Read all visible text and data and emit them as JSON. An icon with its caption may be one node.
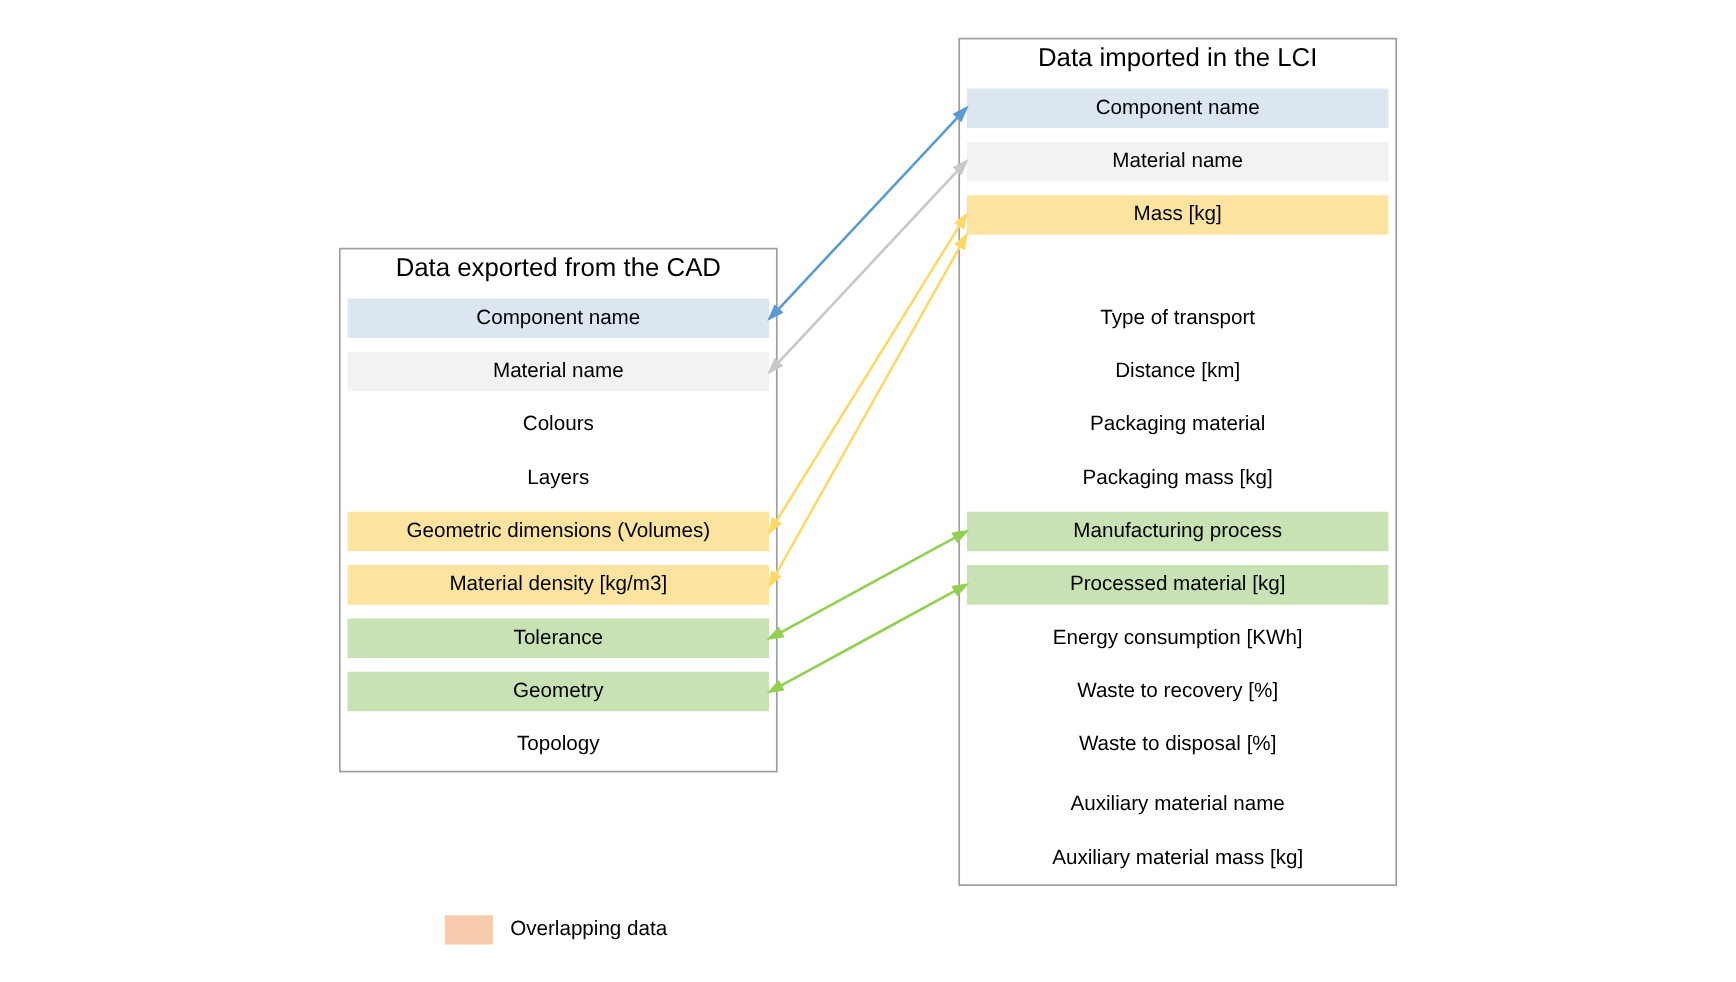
{
  "diagram": {
    "nodes": [
      {
        "text": [
          "Data exported from the CAD"
        ]
      },
      {
        "text": [
          "Component name"
        ],
        "in": 0
      },
      {
        "text": [
          "Material name"
        ],
        "in": 0
      },
      {
        "text": [
          "Colours"
        ],
        "in": 0
      },
      {
        "text": [
          "Layers"
        ],
        "in": 0
      },
      {
        "text": [
          "Geometric dimensions (Volumes)"
        ],
        "in": 0
      },
      {
        "text": [
          "Material density [kg/m3]"
        ],
        "in": 0
      },
      {
        "text": [
          "Tolerance"
        ],
        "in": 0
      },
      {
        "text": [
          "Geometry"
        ],
        "in": 0
      },
      {
        "text": [
          "Topology"
        ],
        "in": 0
      },
      {
        "text": [
          "Data imported in the LCI"
        ]
      },
      {
        "text": [
          "Component name"
        ],
        "in": 10
      },
      {
        "text": [
          "Material name"
        ],
        "in": 10
      },
      {
        "text": [
          "Mass [kg]"
        ],
        "in": 10
      },
      {
        "text": [
          "Type of transport"
        ],
        "in": 10
      },
      {
        "text": [
          "Distance [km]"
        ],
        "in": 10
      },
      {
        "text": [
          "Packaging material"
        ],
        "in": 10
      },
      {
        "text": [
          "Packaging mass [kg]"
        ],
        "in": 10
      },
      {
        "text": [
          "Manufacturing process"
        ],
        "in": 10
      },
      {
        "text": [
          "Processed material [kg]"
        ],
        "in": 10
      },
      {
        "text": [
          "Energy consumption [KWh]"
        ],
        "in": 10
      },
      {
        "text": [
          "Waste to recovery [%]"
        ],
        "in": 10
      },
      {
        "text": [
          "Waste to disposal [%]"
        ],
        "in": 10
      },
      {
        "text": [
          "Auxiliary material name"
        ],
        "in": 10
      },
      {
        "text": [
          "Auxiliary material mass [kg]"
        ],
        "in": 10
      }
    ],
    "edges": [
      {
        "from": 1,
        "to": 11,
        "arrow": "both",
        "color": "#5b9bd5"
      },
      {
        "from": 2,
        "to": 12,
        "arrow": "both",
        "color": "#c8c8c8"
      },
      {
        "from": 5,
        "to": 13,
        "arrow": "both",
        "color": "#ffd966"
      },
      {
        "from": 6,
        "to": 13,
        "arrow": "both",
        "color": "#ffd966"
      },
      {
        "from": 7,
        "to": 18,
        "arrow": "both",
        "color": "#92d050"
      },
      {
        "from": 8,
        "to": 19,
        "arrow": "both",
        "color": "#92d050"
      }
    ],
    "legend": [
      {
        "text": "Overlapping data",
        "color": "#f8cbad"
      }
    ]
  }
}
